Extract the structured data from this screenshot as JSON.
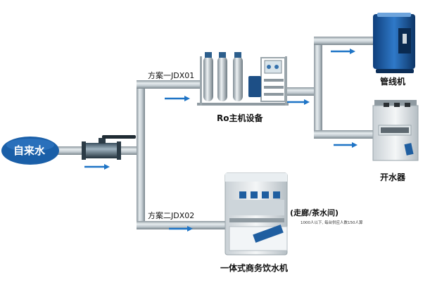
{
  "source": {
    "label": "自来水"
  },
  "plans": {
    "plan1": "方案一JDX01",
    "plan2": "方案二JDX02"
  },
  "devices": {
    "ro_system": "Ro主机设备",
    "pipeline_machine": "管线机",
    "boiler": "开水器",
    "commercial_dispenser": "一体式商务饮水机"
  },
  "annotation": {
    "location": "(走廊/茶水间)",
    "note": "1000人以下, 每台供应人数150人算"
  },
  "colors": {
    "source_badge": "#1a5fa8",
    "flow_arrow": "#1e74c6",
    "pipe": "#b8c3c9",
    "pipe_edge": "#7e8b93"
  }
}
